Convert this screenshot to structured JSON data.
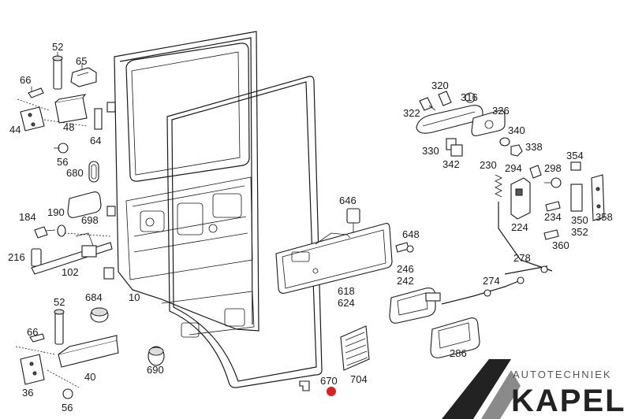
{
  "labels": {
    "p52_top": "52",
    "p65": "65",
    "p66_top": "66",
    "p44": "44",
    "p48": "48",
    "p64": "64",
    "p56_top": "56",
    "p680": "680",
    "p698": "698",
    "p184": "184",
    "p190": "190",
    "p216": "216",
    "p102": "102",
    "p10": "10",
    "p52_bot": "52",
    "p684": "684",
    "p66_bot": "66",
    "p40": "40",
    "p690": "690",
    "p36": "36",
    "p56_bot": "56",
    "p646": "646",
    "p648": "648",
    "p618": "618",
    "p624": "624",
    "p670": "670",
    "p704": "704",
    "p320": "320",
    "p316": "316",
    "p322": "322",
    "p326": "326",
    "p340": "340",
    "p330": "330",
    "p338": "338",
    "p342": "342",
    "p354": "354",
    "p230": "230",
    "p294": "294",
    "p298": "298",
    "p234": "234",
    "p350": "350",
    "p358": "358",
    "p352": "352",
    "p224": "224",
    "p360": "360",
    "p278": "278",
    "p274": "274",
    "p246": "246",
    "p242": "242",
    "p286": "286"
  },
  "brand": {
    "top": "AUTOTECHNIEK",
    "name": "KAPEL",
    "color_dark": "#222222",
    "color_gray": "#8a8a8a"
  },
  "marker": {
    "color": "#e02020"
  }
}
